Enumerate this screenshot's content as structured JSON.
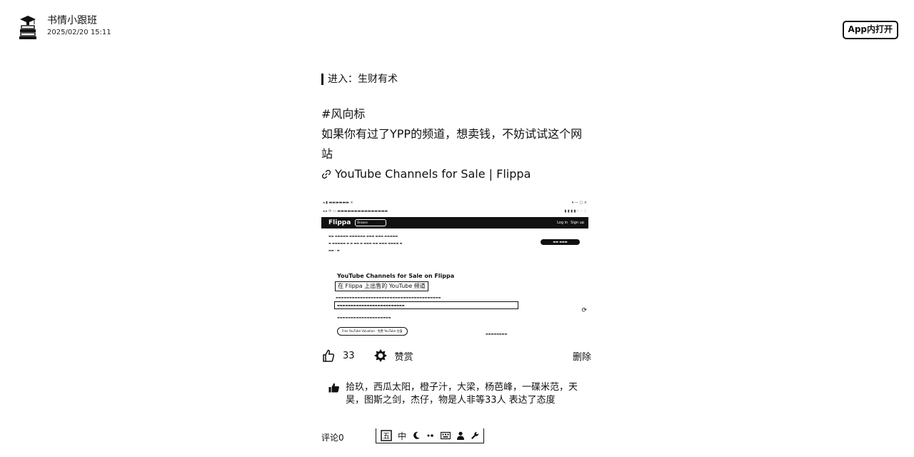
{
  "header": {
    "author_name": "书情小跟班",
    "timestamp": "2025/02/20 15:11",
    "app_button": "App内打开"
  },
  "post": {
    "enter_label": "进入：生财有术",
    "hashtag": "#风向标",
    "body": "如果你有过了YPP的频道，想卖钱，不妨试试这个网站",
    "link_text": "YouTube Channels for Sale | Flippa"
  },
  "screenshot": {
    "brand": "Flippa",
    "search_placeholder": "Browse",
    "right_buttons": [
      "Log in",
      "Sign up"
    ],
    "heading_en": "YouTube Channels for Sale on Flippa",
    "heading_zh": "在 Flippa 上出售的 YouTube 频道",
    "cta_text": "Free YouTube Valuation · 免费 YouTube 估值"
  },
  "actions": {
    "likes_count": "33",
    "reward_label": "赞赏",
    "delete_label": "删除"
  },
  "likes": {
    "text": "拾玖，西瓜太阳，橙子汁，大梁，杨芭峰，一碟米范，天昊，图斯之剑，杰仔，物是人非等33人 表达了态度"
  },
  "comments": {
    "label": "评论0"
  },
  "ime_toolbar": {
    "items": [
      "中"
    ]
  },
  "icons": [
    "avatar-books-icon",
    "link-icon",
    "thumbs-up-icon",
    "reward-icon",
    "like-filled-icon"
  ]
}
